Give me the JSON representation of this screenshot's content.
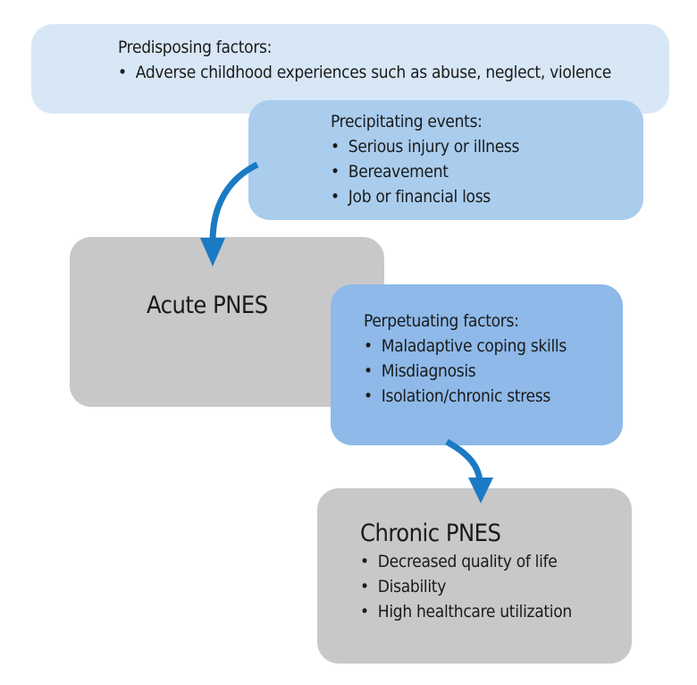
{
  "predisposing": {
    "title": "Predisposing factors:",
    "items": [
      "Adverse childhood experiences such as abuse, neglect, violence"
    ]
  },
  "precipitating": {
    "title": "Precipitating events:",
    "items": [
      "Serious injury or illness",
      "Bereavement",
      "Job or financial loss"
    ]
  },
  "acute": {
    "title": "Acute PNES"
  },
  "perpetuating": {
    "title": "Perpetuating factors:",
    "items": [
      "Maladaptive coping skills",
      "Misdiagnosis",
      "Isolation/chronic stress"
    ]
  },
  "chronic": {
    "title": "Chronic PNES",
    "items": [
      "Decreased quality of life",
      "Disability",
      "High healthcare utilization"
    ]
  },
  "colors": {
    "arrow": "#1a7ac4"
  }
}
